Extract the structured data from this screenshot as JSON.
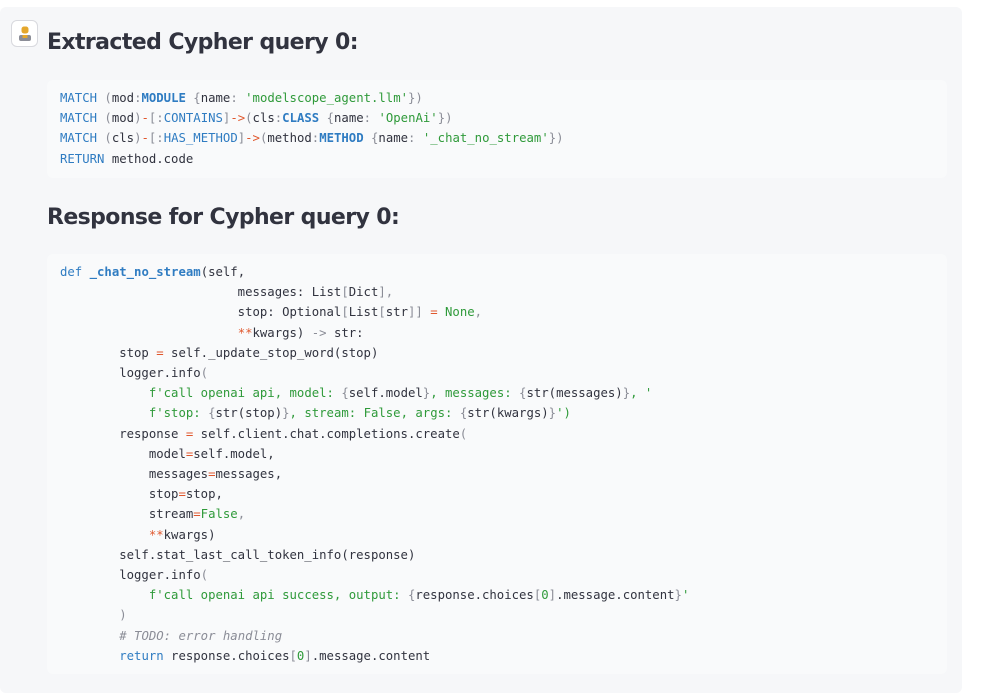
{
  "colors": {
    "panel_bg": "#f6f7f9",
    "code_bg": "#f9fafb",
    "keyword": "#2f7cc2",
    "string": "#2f9a3a",
    "operator": "#e0572d",
    "punctuation": "#8b8d97",
    "text": "#31333f"
  },
  "message": {
    "avatar_icon": "assistant-avatar-icon",
    "query_heading": "Extracted Cypher query 0:",
    "response_heading": "Response for Cypher query 0:"
  },
  "cypher": {
    "l1": {
      "kw": "MATCH",
      "p1": " (",
      "v1": "mod",
      "p2": ":",
      "lbl": "MODULE",
      "p3": " {",
      "key": "name",
      "p4": ": ",
      "str": "'modelscope_agent.llm'",
      "p5": "})"
    },
    "l2": {
      "kw": "MATCH",
      "p1": " (",
      "v1": "mod",
      "p2": ")",
      "op1": "-",
      "p3": "[:",
      "rel": "CONTAINS",
      "p4": "]",
      "op2": "->",
      "p5": "(",
      "v2": "cls",
      "p6": ":",
      "lbl": "CLASS",
      "p7": " {",
      "key": "name",
      "p8": ": ",
      "str": "'OpenAi'",
      "p9": "})"
    },
    "l3": {
      "kw": "MATCH",
      "p1": " (",
      "v1": "cls",
      "p2": ")",
      "op1": "-",
      "p3": "[:",
      "rel": "HAS_METHOD",
      "p4": "]",
      "op2": "->",
      "p5": "(",
      "v2": "method",
      "p6": ":",
      "lbl": "METHOD",
      "p7": " {",
      "key": "name",
      "p8": ": ",
      "str": "'_chat_no_stream'",
      "p9": "})"
    },
    "l4": {
      "kw": "RETURN",
      "rest": " method.code"
    }
  },
  "response": {
    "r1": {
      "kw": "def",
      "fn": "_chat_no_stream",
      "rest": "(self,"
    },
    "r2": {
      "pre": "                        messages: List",
      "b1": "[",
      "mid": "Dict",
      "b2": "],"
    },
    "r3": {
      "pre": "                        stop: Optional",
      "b1": "[",
      "mid": "List",
      "b2": "[",
      "mid2": "str",
      "b3": "]] ",
      "op": "=",
      "none": " None",
      "end": ","
    },
    "r4": {
      "pre": "                        ",
      "op": "**",
      "mid": "kwargs) ",
      "arrow": "->",
      "end": " str:"
    },
    "r5": {
      "pre": "        stop ",
      "op": "=",
      "end": " self._update_stop_word(stop)"
    },
    "r6": {
      "pre": "        logger.info",
      "p": "("
    },
    "r7": {
      "pre": "            ",
      "s1": "f'call openai api, model: ",
      "b1": "{",
      "v1": "self.model",
      "b2": "}",
      "s2": ", messages: ",
      "b3": "{",
      "v2": "str(messages)",
      "b4": "}",
      "s3": ", '"
    },
    "r8": {
      "pre": "            ",
      "s1": "f'stop: ",
      "b1": "{",
      "v1": "str(stop)",
      "b2": "}",
      "s2": ", stream: False, args: ",
      "b3": "{",
      "v2": "str(kwargs)",
      "b4": "}",
      "s3": "')"
    },
    "r9": {
      "pre": "        response ",
      "op": "=",
      "end": " self.client.chat.completions.create",
      "p": "("
    },
    "r10": {
      "pre": "            model",
      "op": "=",
      "end": "self.model,"
    },
    "r11": {
      "pre": "            messages",
      "op": "=",
      "end": "messages,"
    },
    "r12": {
      "pre": "            stop",
      "op": "=",
      "end": "stop,"
    },
    "r13": {
      "pre": "            stream",
      "op": "=",
      "val": "False",
      "end": ","
    },
    "r14": {
      "pre": "            ",
      "op": "**",
      "end": "kwargs)"
    },
    "r15": {
      "text": "        self.stat_last_call_token_info(response)"
    },
    "r16": {
      "pre": "        logger.info",
      "p": "("
    },
    "r17": {
      "pre": "            ",
      "s1": "f'call openai api success, output: ",
      "b1": "{",
      "v1": "response.choices",
      "b2": "[",
      "n": "0",
      "b3": "]",
      "v2": ".message.content",
      "b4": "}",
      "s2": "'"
    },
    "r18": {
      "pre": "        ",
      "p": ")"
    },
    "r19": {
      "pre": "        ",
      "cm": "# TODO: error handling"
    },
    "r20": {
      "pre": "        ",
      "kw": "return",
      "mid": " response.choices",
      "b1": "[",
      "n": "0",
      "b2": "]",
      "end": ".message.content"
    }
  }
}
